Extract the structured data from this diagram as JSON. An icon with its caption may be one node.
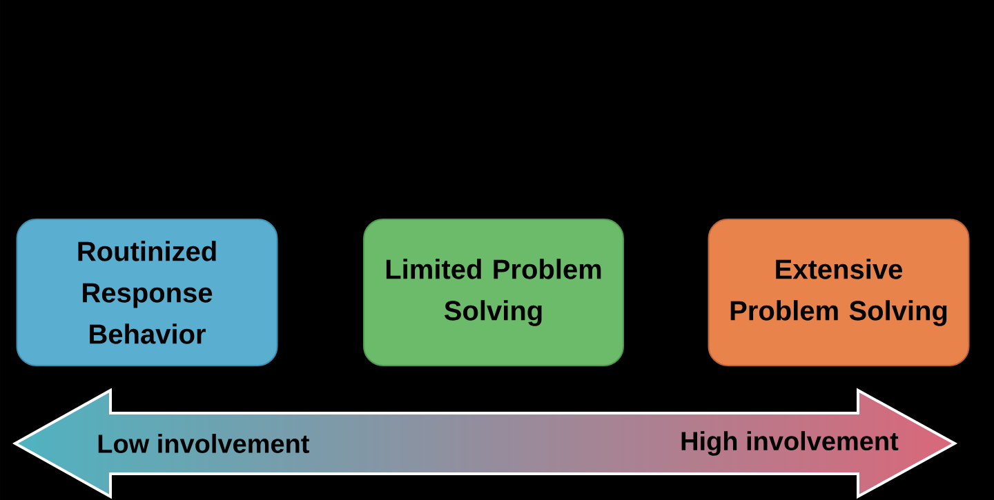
{
  "diagram": {
    "nodes": [
      {
        "text": [
          "Routinized Response Behavior"
        ]
      },
      {
        "text": [
          "Limited Problem Solving"
        ]
      },
      {
        "text": [
          "Extensive Problem Solving"
        ]
      },
      {
        "text": [
          "Low involvement",
          "High involvement"
        ]
      }
    ]
  }
}
